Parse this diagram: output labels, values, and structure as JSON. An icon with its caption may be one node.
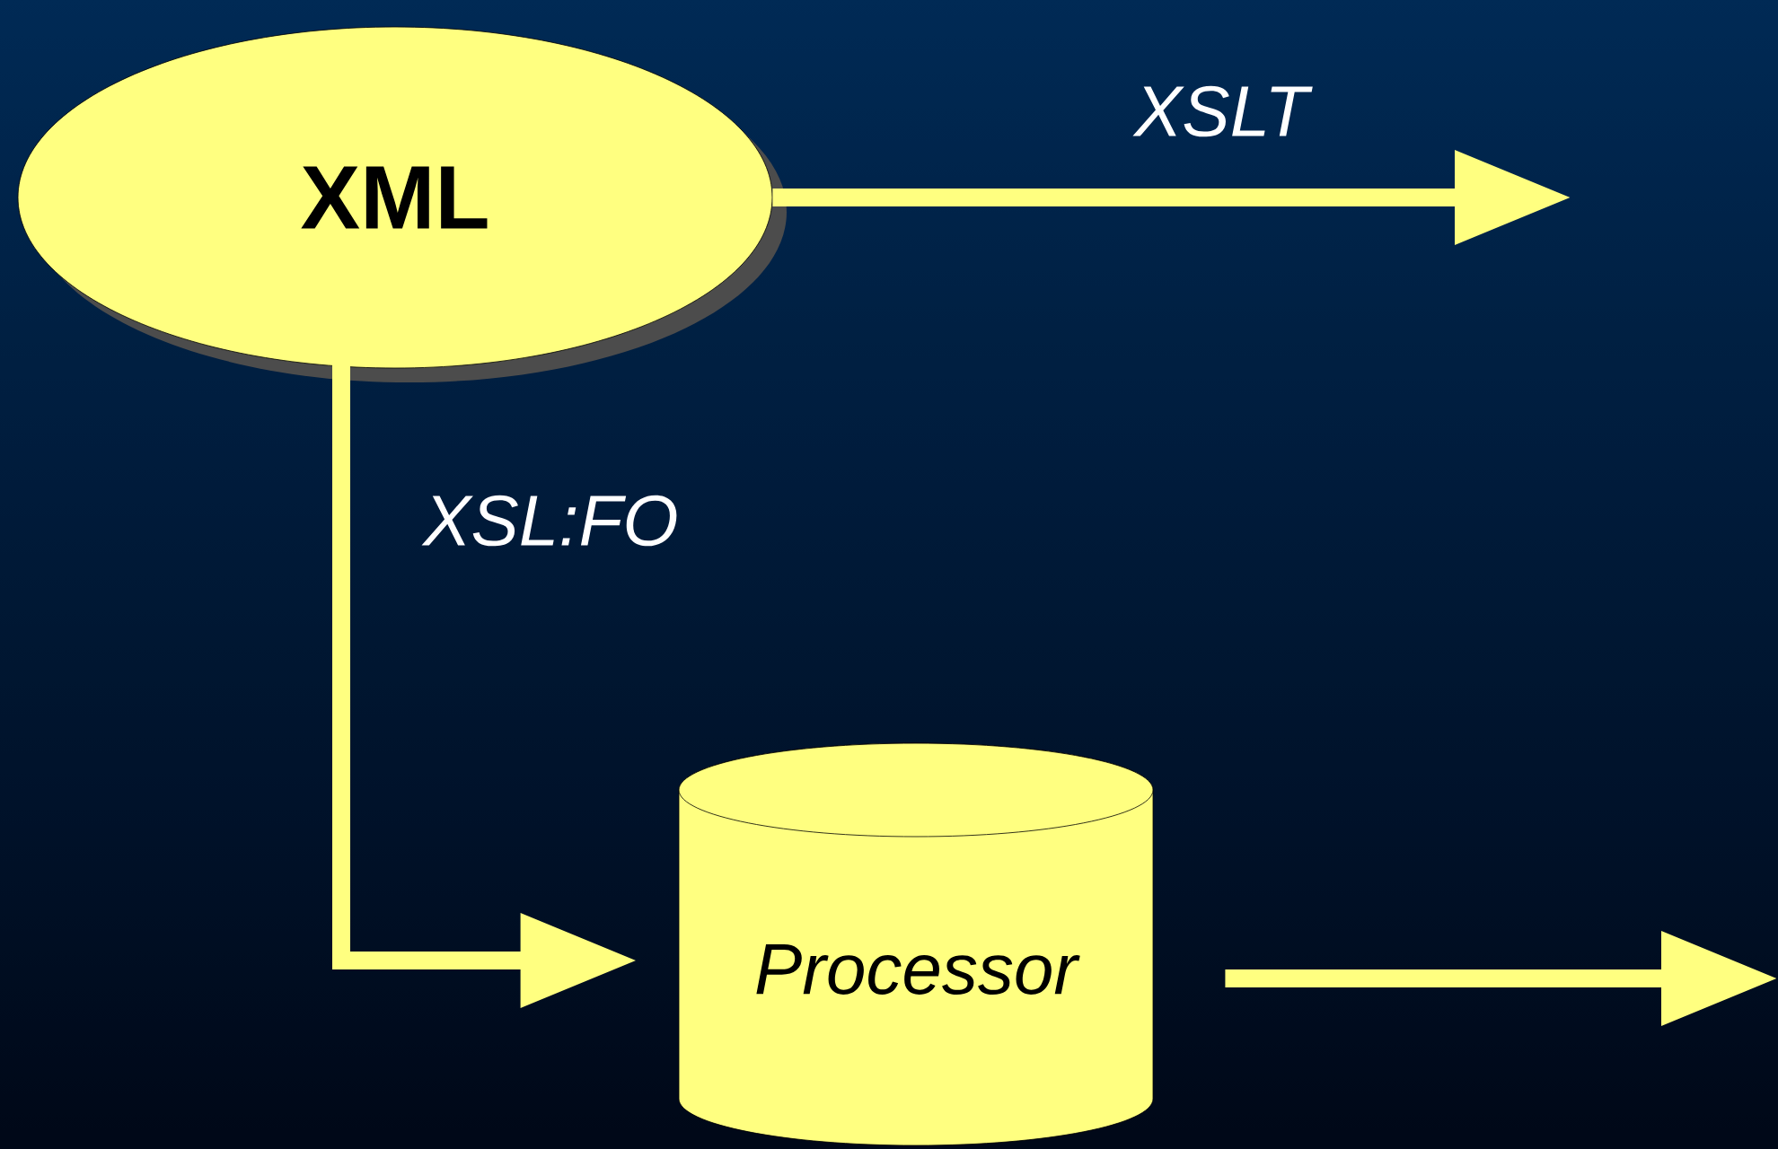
{
  "diagram": {
    "nodes": [
      {
        "text": [
          "XML"
        ]
      },
      {
        "text": [
          "Processor"
        ]
      }
    ],
    "edges": [
      {
        "from": 0,
        "to": null,
        "arrow": "to",
        "label": "XSLT"
      },
      {
        "from": 0,
        "to": 1,
        "arrow": "to",
        "label": "XSL:FO"
      },
      {
        "from": 1,
        "to": null,
        "arrow": "to"
      }
    ]
  }
}
